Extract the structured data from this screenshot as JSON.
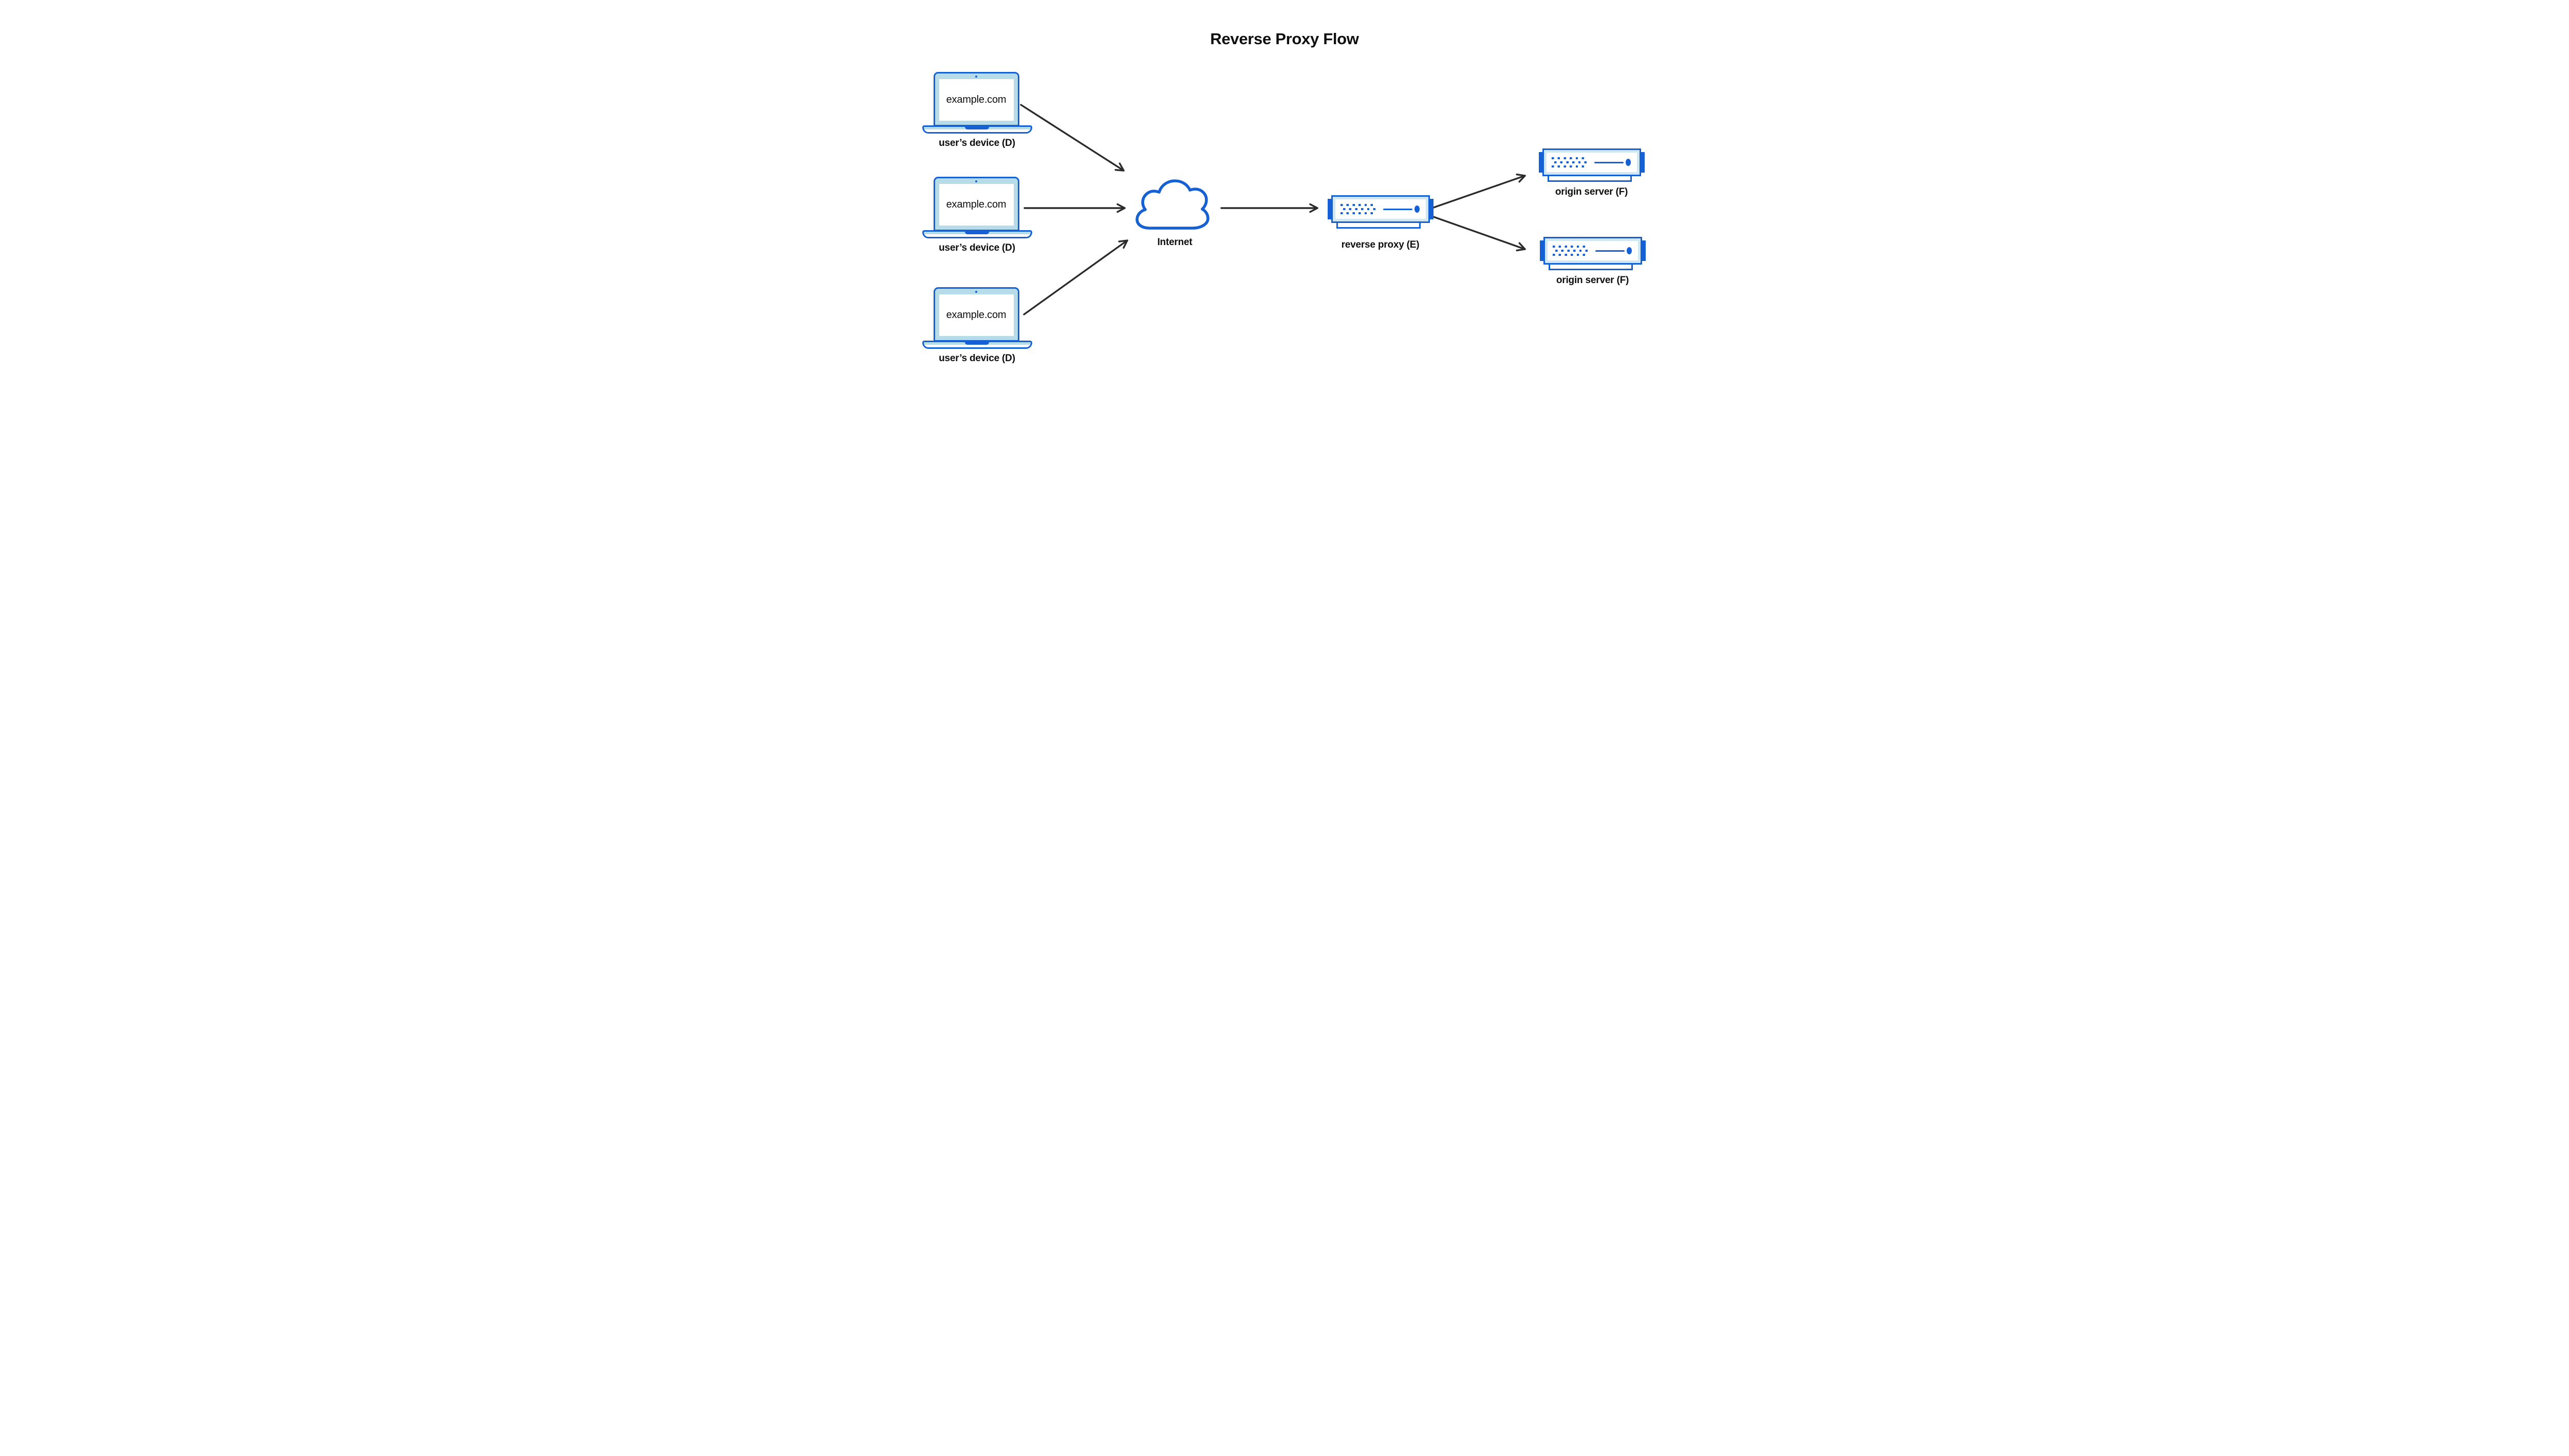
{
  "title": "Reverse Proxy Flow",
  "nodes": {
    "devices": [
      {
        "screen_text": "example.com",
        "label": "user’s device (D)"
      },
      {
        "screen_text": "example.com",
        "label": "user’s device (D)"
      },
      {
        "screen_text": "example.com",
        "label": "user’s device (D)"
      }
    ],
    "internet": {
      "label": "Internet"
    },
    "reverse_proxy": {
      "label": "reverse proxy (E)"
    },
    "origin_servers": [
      {
        "label": "origin server (F)"
      },
      {
        "label": "origin server (F)"
      }
    ]
  },
  "flows": [
    {
      "from": "user-device-1",
      "to": "internet"
    },
    {
      "from": "user-device-2",
      "to": "internet"
    },
    {
      "from": "user-device-3",
      "to": "internet"
    },
    {
      "from": "internet",
      "to": "reverse-proxy"
    },
    {
      "from": "reverse-proxy",
      "to": "origin-server-1"
    },
    {
      "from": "reverse-proxy",
      "to": "origin-server-2"
    }
  ],
  "icons": {
    "internet": "cloud-icon",
    "device": "laptop-icon",
    "server": "server-icon"
  },
  "colors": {
    "blue_stroke": "#1561d3",
    "blue_solid": "#1660d6",
    "laptop_bezel": "#b6dcea",
    "server_fill": "#cfe7f2",
    "arrow": "#2b2b2b",
    "text": "#0e0e0e",
    "background": "#ffffff"
  }
}
